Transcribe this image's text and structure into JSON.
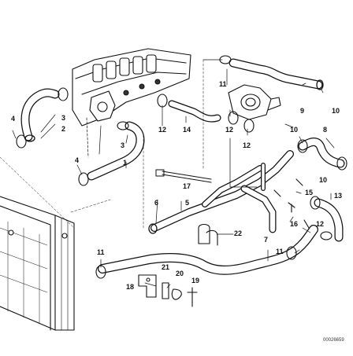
{
  "diagram": {
    "doc_number": "00026659",
    "callouts": {
      "c1": "1",
      "c2": "2",
      "c3a": "3",
      "c3b": "3",
      "c4a": "4",
      "c4b": "4",
      "c5": "5",
      "c6": "6",
      "c7": "7",
      "c8": "8",
      "c9": "9",
      "c10a": "10",
      "c10b": "10",
      "c10c": "10",
      "c11a": "11",
      "c11b": "11",
      "c11c": "11",
      "c12a": "12",
      "c12b": "12",
      "c12c": "12",
      "c12d": "12",
      "c13": "13",
      "c14": "14",
      "c15": "15",
      "c16": "16",
      "c17": "17",
      "c18": "18",
      "c19": "19",
      "c20": "20",
      "c21": "21",
      "c22": "22"
    }
  }
}
